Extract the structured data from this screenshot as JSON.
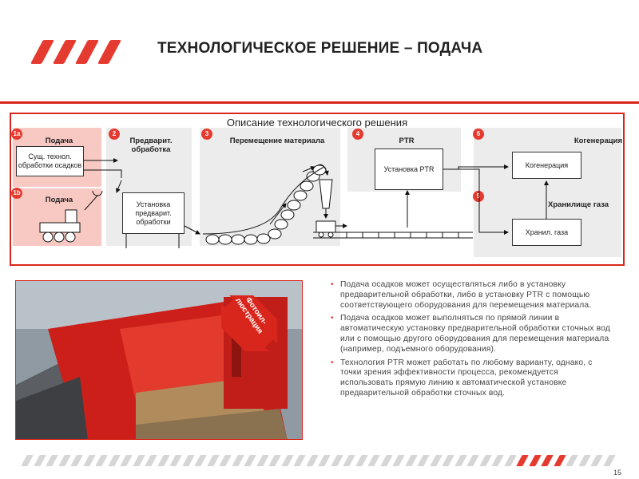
{
  "header": {
    "title": "ТЕХНОЛОГИЧЕСКОЕ РЕШЕНИЕ – ПОДАЧА",
    "accent_color": "#e53a2f"
  },
  "diagram": {
    "title": "Описание технологического решения",
    "sections": [
      {
        "num": "1a",
        "label": "Подача"
      },
      {
        "num": "1b",
        "label": "Подача"
      },
      {
        "num": "2",
        "label": "Предварит. обработка"
      },
      {
        "num": "3",
        "label": "Перемещение материала"
      },
      {
        "num": "4",
        "label": "PTR"
      },
      {
        "num": "6",
        "label": "Когенерация"
      },
      {
        "num": "5",
        "label": "Хранилище газа"
      }
    ],
    "boxes": {
      "existing": "Сущ. технол. обработки осадков",
      "pretreatment": "Установка предварит. обработки",
      "ptr": "Установка PTR",
      "cogeneration": "Когенерация",
      "gas_storage": "Хранил. газа"
    }
  },
  "photo": {
    "badge": "Фотоил-люстрация"
  },
  "bullets": [
    "Подача осадков может осуществляться либо в установку предварительной обработки, либо в установку PTR с помощью соответствующего оборудования для перемещения материала.",
    "Подача осадков может выполняться по прямой линии в автоматическую установку предварительной обработки сточных вод или с помощью другого оборудования для перемещения материала (например, подъемного оборудования).",
    "Технология PTR может работать по любому варианту, однако, с точки зрения эффективности процесса, рекомендуется использовать прямую линию к автоматической установке предварительной обработки сточных вод."
  ],
  "footer": {
    "page_number": "15"
  }
}
